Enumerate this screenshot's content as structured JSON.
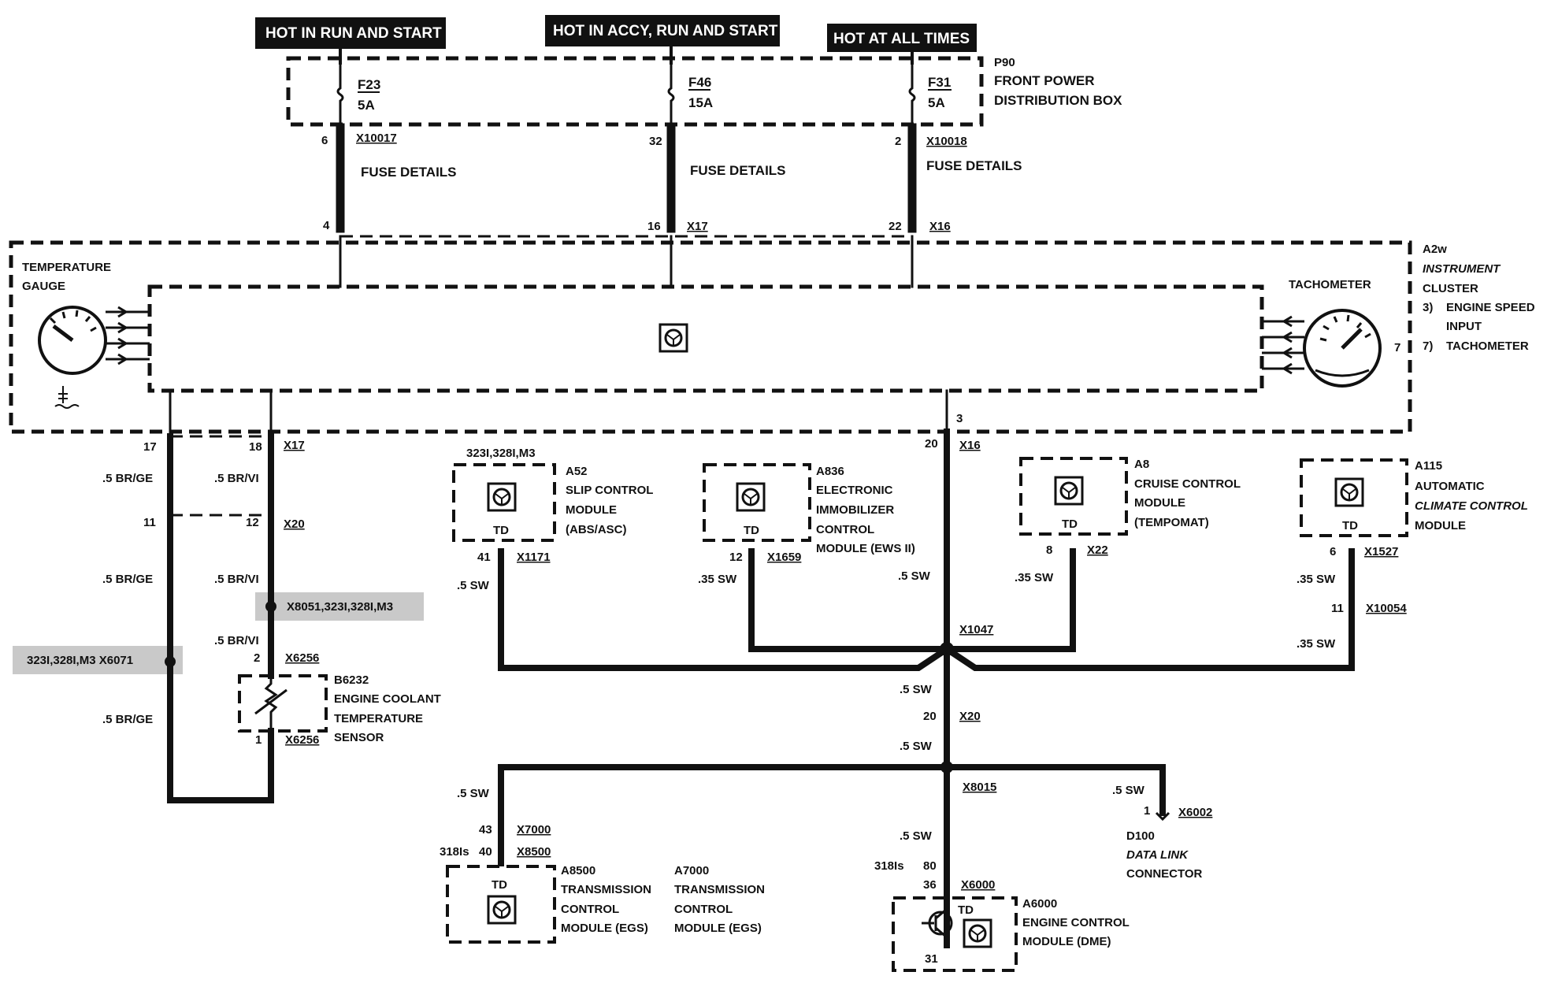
{
  "headers": {
    "run_start": "HOT IN RUN AND START",
    "accy_run_start": "HOT IN ACCY, RUN AND START",
    "all_times": "HOT AT ALL TIMES"
  },
  "power_box": {
    "id": "P90",
    "line1": "FRONT POWER",
    "line2": "DISTRIBUTION BOX",
    "fuses": [
      {
        "name": "F23",
        "rating": "5A",
        "pin_out": "6",
        "connector": "X10017",
        "details": "FUSE DETAILS",
        "cluster_pin": "4"
      },
      {
        "name": "F46",
        "rating": "15A",
        "pin_out": "32",
        "details": "FUSE DETAILS",
        "cluster_pin": "16",
        "cluster_connector": "X17"
      },
      {
        "name": "F31",
        "rating": "5A",
        "pin_out": "2",
        "connector": "X10018",
        "details": "FUSE DETAILS",
        "cluster_pin": "22",
        "cluster_connector": "X16"
      }
    ]
  },
  "cluster": {
    "id": "A2w",
    "line1": "INSTRUMENT",
    "line2": "CLUSTER",
    "note1a": "3)",
    "note1b": "ENGINE SPEED",
    "note1c": "INPUT",
    "note2a": "7)",
    "note2b": "TACHOMETER",
    "temp_gauge1": "TEMPERATURE",
    "temp_gauge2": "GAUGE",
    "tachometer": "TACHOMETER",
    "tach_ref": "7",
    "pin_speed": "3"
  },
  "coolant_circuit": {
    "pin_a": "17",
    "pin_b": "18",
    "conn_x17": "X17",
    "wire_ge": ".5 BR/GE",
    "wire_vi": ".5 BR/VI",
    "pin_11": "11",
    "pin_12": "12",
    "conn_x20": "X20",
    "splice_note": "X8051,323I,328I,M3",
    "left_note": "323I,328I,M3  X6071",
    "sensor_pin2": "2",
    "sensor_conn": "X6256",
    "sensor_pin1": "1",
    "sensor_id": "B6232",
    "sensor_l1": "ENGINE COOLANT",
    "sensor_l2": "TEMPERATURE",
    "sensor_l3": "SENSOR"
  },
  "speed_bus": {
    "pin_20": "20",
    "conn_x16": "X16",
    "wire_main": ".5 SW",
    "splice_x1047": "X1047",
    "wire_down1": ".5 SW",
    "pin_20b": "20",
    "conn_x20b": "X20",
    "wire_down2": ".5 SW",
    "splice_x8015": "X8015"
  },
  "modules": {
    "a52": {
      "variant": "323I,328I,M3",
      "id": "A52",
      "l1": "SLIP CONTROL",
      "l2": "MODULE",
      "l3": "(ABS/ASC)",
      "td": "TD",
      "pin": "41",
      "conn": "X1171",
      "wire": ".5 SW"
    },
    "a836": {
      "id": "A836",
      "l1": "ELECTRONIC",
      "l2": "IMMOBILIZER",
      "l3": "CONTROL",
      "l4": "MODULE (EWS II)",
      "td": "TD",
      "pin": "12",
      "conn": "X1659",
      "wire": ".35 SW"
    },
    "a8": {
      "id": "A8",
      "l1": "CRUISE CONTROL",
      "l2": "MODULE",
      "l3": "(TEMPOMAT)",
      "td": "TD",
      "pin": "8",
      "conn": "X22",
      "wire": ".35 SW"
    },
    "a115": {
      "id": "A115",
      "l1": "AUTOMATIC",
      "l2": "CLIMATE CONTROL",
      "l3": "MODULE",
      "td": "TD",
      "pin": "6",
      "conn": "X1527",
      "wire_a": ".35 SW",
      "pin_b": "11",
      "conn_b": "X10054",
      "wire_b": ".35 SW"
    },
    "a8500": {
      "wire": ".5 SW",
      "pin_a": "43",
      "conn_a": "X7000",
      "variant": "318Is",
      "pin_b": "40",
      "conn_b": "X8500",
      "td": "TD",
      "id": "A8500",
      "l1": "TRANSMISSION",
      "l2": "CONTROL",
      "l3": "MODULE (EGS)"
    },
    "a7000": {
      "id": "A7000",
      "l1": "TRANSMISSION",
      "l2": "CONTROL",
      "l3": "MODULE (EGS)"
    },
    "a6000": {
      "wire": ".5 SW",
      "variant": "318Is",
      "pin_a": "80",
      "pin_b": "36",
      "conn": "X6000",
      "td": "TD",
      "pin_ground": "31",
      "id": "A6000",
      "l1": "ENGINE CONTROL",
      "l2": "MODULE (DME)"
    },
    "d100": {
      "wire": ".5 SW",
      "pin": "1",
      "conn": "X6002",
      "id": "D100",
      "l1": "DATA LINK",
      "l2": "CONNECTOR"
    }
  }
}
